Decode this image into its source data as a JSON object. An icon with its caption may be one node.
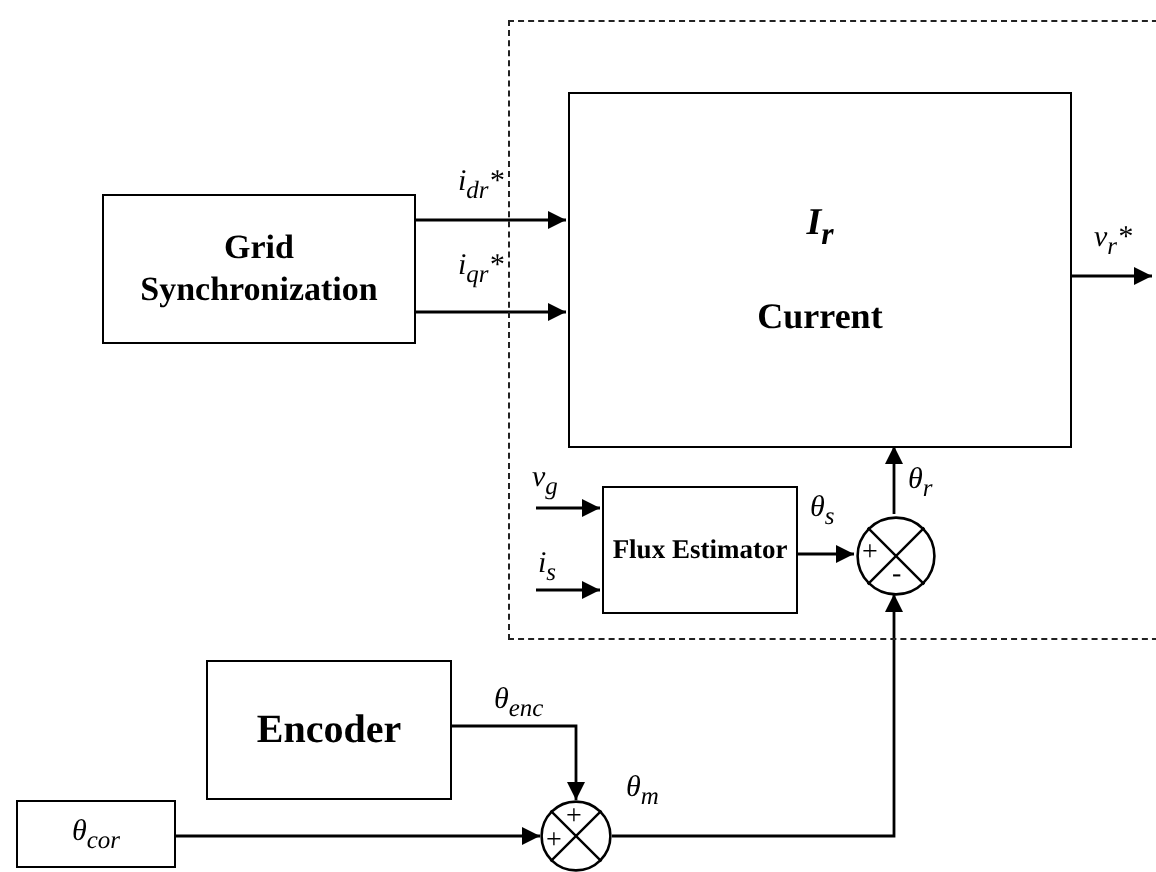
{
  "diagram": {
    "nodes": [
      {
        "text": [],
        "shape": "box"
      },
      {
        "text": [
          "Grid Synchronization"
        ]
      },
      {
        "text": [
          "I$_{r}$",
          "Current"
        ],
        "in": 0
      },
      {
        "text": [
          "Flux Estimator"
        ],
        "in": 0
      },
      {
        "text": [],
        "shape": "circle",
        "in": 0
      },
      {
        "text": [
          "Encoder"
        ]
      },
      {
        "text": [
          "θ$_{cor}$"
        ]
      },
      {
        "text": [],
        "shape": "circle"
      }
    ],
    "edges": [
      {
        "from": 1,
        "to": 2,
        "arrow": "to",
        "label": "i$_{dr}$*"
      },
      {
        "from": 1,
        "to": 2,
        "arrow": "to",
        "label": "i$_{qr}$*"
      },
      {
        "from": 2,
        "to": null,
        "arrow": "to",
        "label": "v$_{r}$*"
      },
      {
        "from": null,
        "to": 3,
        "arrow": "to",
        "label": "v$_{g}$"
      },
      {
        "from": null,
        "to": 3,
        "arrow": "to",
        "label": "i$_{s}$"
      },
      {
        "from": 3,
        "to": 4,
        "arrow": "to",
        "label": "θ$_{s}$"
      },
      {
        "from": 4,
        "to": 2,
        "arrow": "to",
        "label": "θ$_{r}$"
      },
      {
        "from": 5,
        "to": 7,
        "arrow": "to",
        "label": "θ$_{enc}$"
      },
      {
        "from": 6,
        "to": 7,
        "arrow": "to"
      },
      {
        "from": 7,
        "to": 4,
        "arrow": "to",
        "label": "θ$_{m}$"
      }
    ],
    "labels": [
      "+",
      "-",
      "+",
      "+"
    ]
  }
}
